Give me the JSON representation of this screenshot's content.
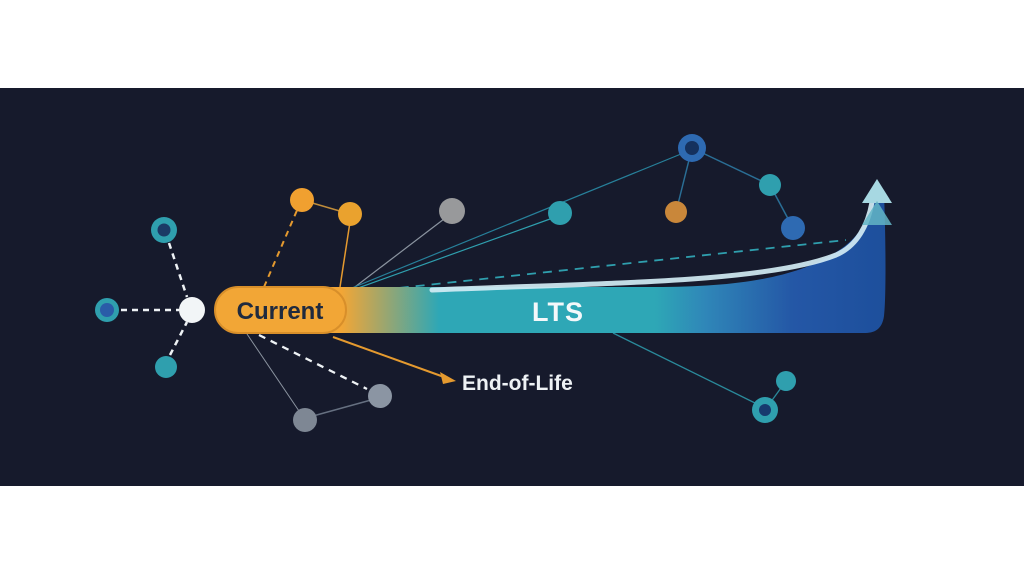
{
  "diagram": {
    "description": "Software release lifecycle diagram: Current to LTS to End-of-Life timeline bar with branching commit nodes",
    "labels": {
      "current": "Current",
      "lts": "LTS",
      "end_of_life": "End-of-Life"
    },
    "icons": {
      "up_arrow": "up-arrow-icon"
    },
    "colors": {
      "page_background": "#ffffff",
      "panel": "#161a2c",
      "orange": "#f2a636",
      "orange_stroke": "#d88f2a",
      "teal": "#2ea7b6",
      "dark_blue": "#1d4f9c",
      "blue_node": "#2e6ab2",
      "navy_center": "#1b3a66",
      "light_stripe": "#d3ecf4",
      "gray_node": "#8b95a3",
      "white_node": "#f2f5f7",
      "text_dark": "#202a3e",
      "text_light": "#f2f5f7",
      "arrow_teal_light": "#a7d8e2",
      "arrow_teal": "#63b5c6"
    }
  }
}
